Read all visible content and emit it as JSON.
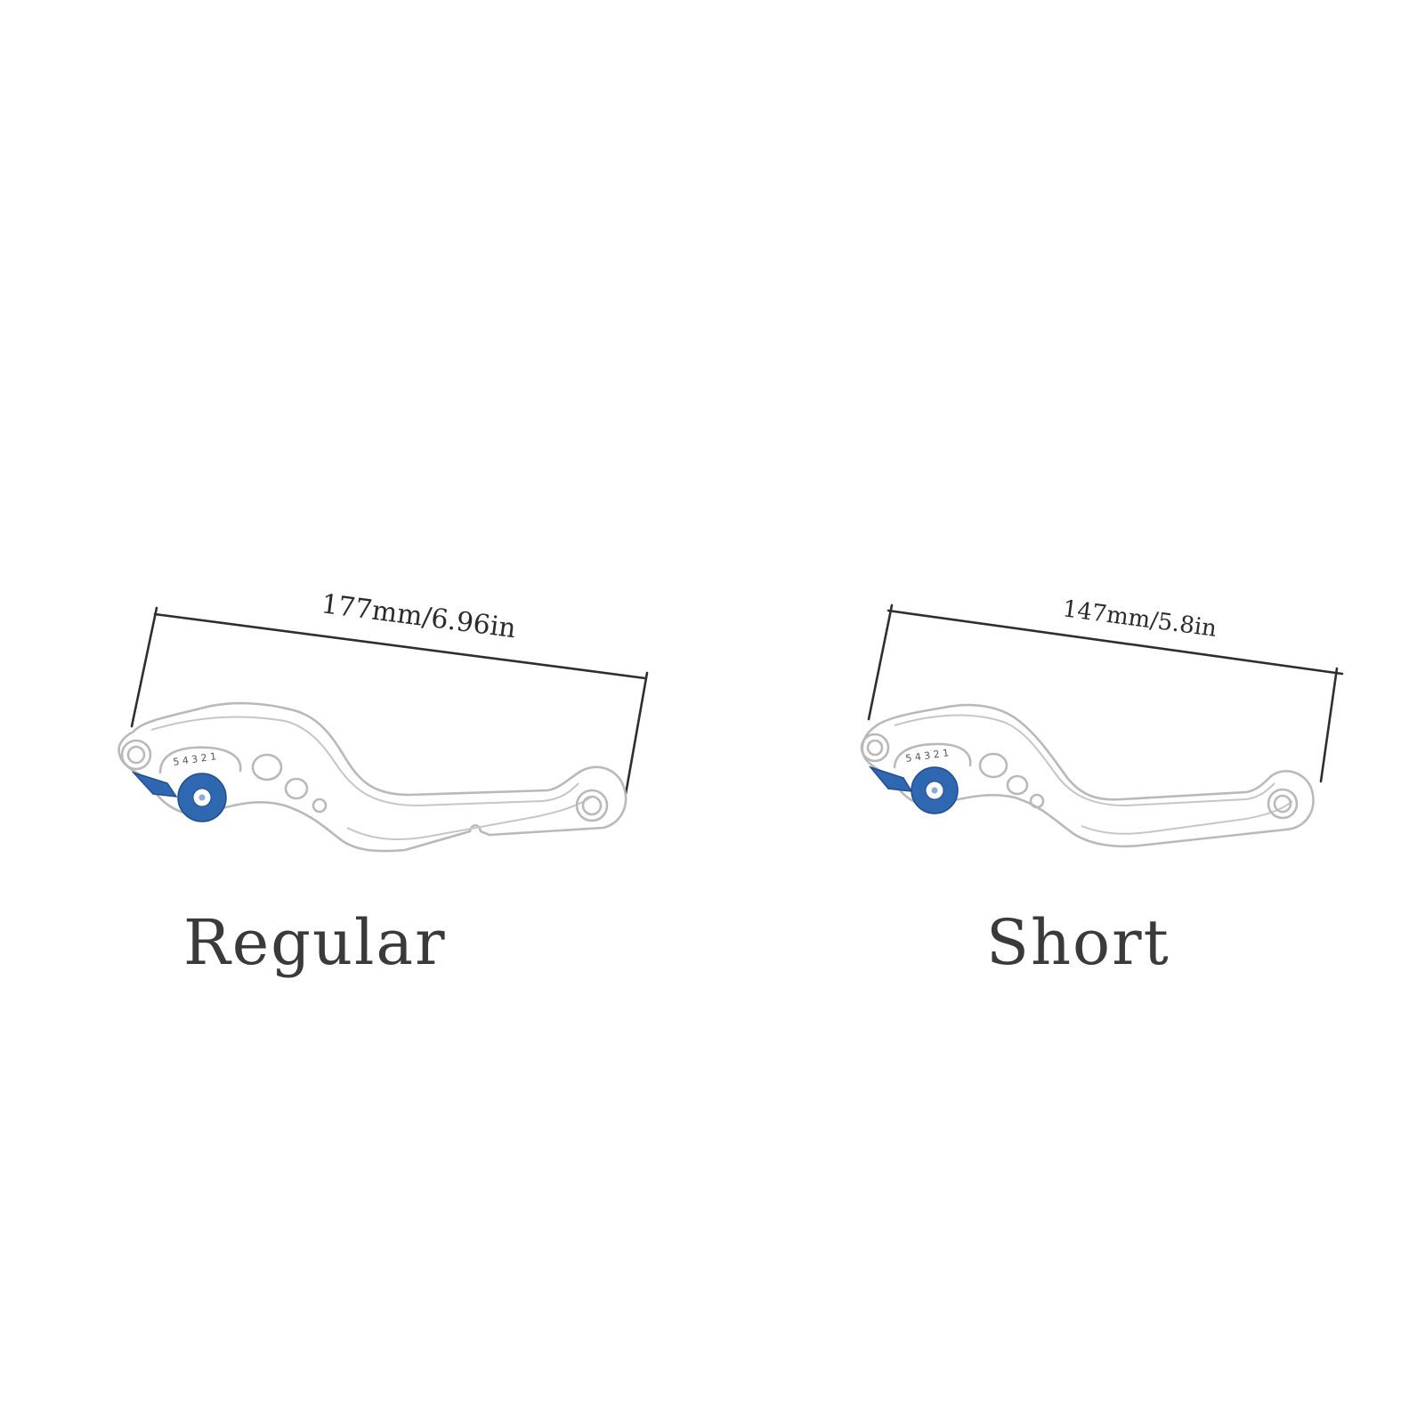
{
  "diagram": {
    "colors": {
      "background": "#ffffff",
      "outline": "#b9b9b9",
      "dimension_line": "#2e2e2e",
      "adjuster_knob": "#2f67b0"
    },
    "regular": {
      "label": "Regular",
      "length_label": "177mm/6.96in",
      "scale_digits": "5 4 3 2 1"
    },
    "short": {
      "label": "Short",
      "length_label": "147mm/5.8in",
      "scale_digits": "5 4 3 2 1"
    }
  }
}
